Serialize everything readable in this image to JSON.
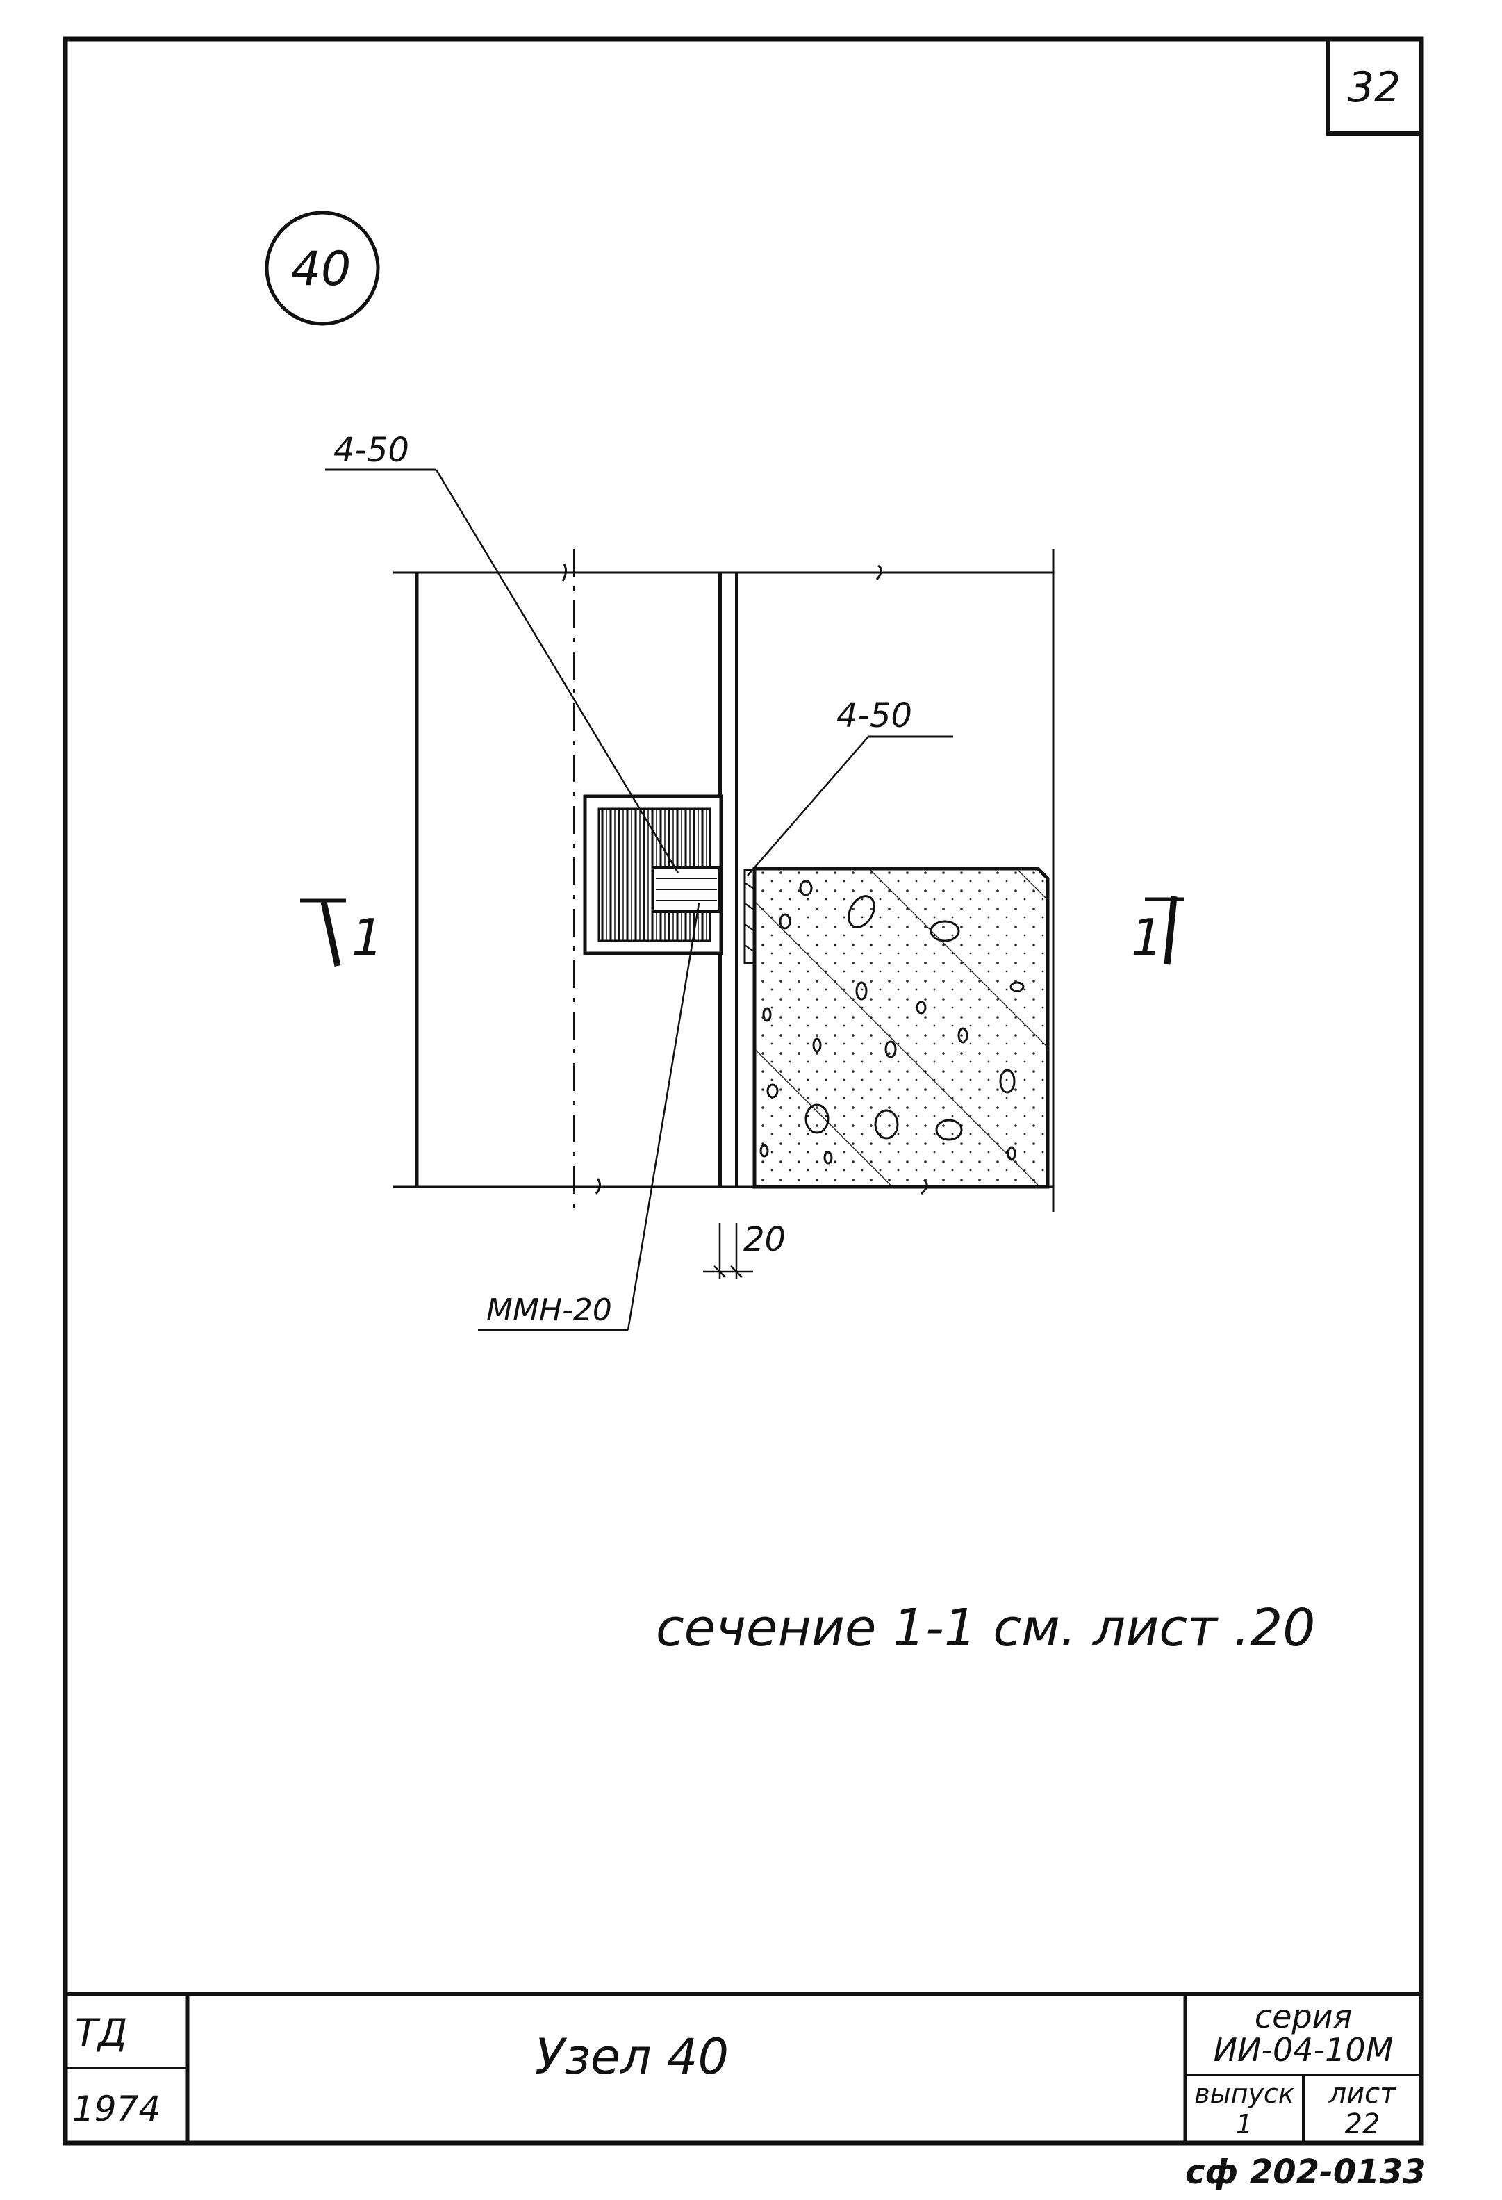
{
  "sheet_number": "32",
  "node_marker": "40",
  "leaders": {
    "top_left": "4-50",
    "top_right": "4-50",
    "bottom": "ММН-20"
  },
  "section_marks": {
    "left": "1",
    "right": "1"
  },
  "dimension": "20",
  "section_note": "сечение 1-1  см. лист .20",
  "title_block": {
    "org": "ТД",
    "year": "1974",
    "title": "Узел 40",
    "series_label": "серия",
    "series_value": "ИИ-04-10М",
    "issue_label": "выпуск",
    "issue_value": "1",
    "sheet_label": "лист",
    "sheet_value": "22"
  },
  "catalog_code": "сф 202-0133",
  "colors": {
    "ink": "#111111",
    "paper": "#ffffff"
  }
}
